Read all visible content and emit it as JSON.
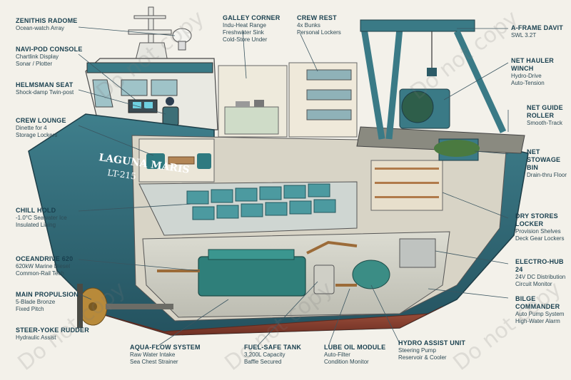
{
  "vessel": {
    "name": "LAGUNA MARIS",
    "reg": "LT-215"
  },
  "watermark": "Do not copy",
  "labels": {
    "zenithis_radome": {
      "title": "ZENITHIS RADOME",
      "lines": [
        "Ocean-watch Array"
      ]
    },
    "navi_pod_console": {
      "title": "NAVI-POD CONSOLE",
      "lines": [
        "Chartlink Display",
        "Sonar / Plotter"
      ]
    },
    "helmsman_seat": {
      "title": "HELMSMAN SEAT",
      "lines": [
        "Shock-damp Twin-post"
      ]
    },
    "crew_lounge": {
      "title": "CREW LOUNGE",
      "lines": [
        "Dinette for 4",
        "Storage Lockers"
      ]
    },
    "chill_hold": {
      "title": "CHILL HOLD",
      "lines": [
        "-1.0°C Seawater Ice",
        "Insulated Lining"
      ]
    },
    "oceandrive_620": {
      "title": "OCEANDRIVE 620",
      "lines": [
        "620kW Marine Diesel",
        "Common-Rail Tech"
      ]
    },
    "main_propulsion": {
      "title": "MAIN PROPULSION",
      "lines": [
        "5-Blade Bronze",
        "Fixed Pitch"
      ]
    },
    "steer_yoke_rudder": {
      "title": "STEER-YOKE RUDDER",
      "lines": [
        "Hydraulic Assist"
      ]
    },
    "galley_corner": {
      "title": "GALLEY CORNER",
      "lines": [
        "Indu-Heat Range",
        "Freshwater Sink",
        "Cold-Store Under"
      ]
    },
    "crew_rest": {
      "title": "CREW REST",
      "lines": [
        "4x Bunks",
        "Personal Lockers"
      ]
    },
    "aqua_flow_system": {
      "title": "AQUA-FLOW SYSTEM",
      "lines": [
        "Raw Water Intake",
        "Sea Chest Strainer"
      ]
    },
    "fuel_safe_tank": {
      "title": "FUEL-SAFE TANK",
      "lines": [
        "3,200L Capacity",
        "Baffle Secured"
      ]
    },
    "lube_oil_module": {
      "title": "LUBE OIL MODULE",
      "lines": [
        "Auto-Filter",
        "Condition Monitor"
      ]
    },
    "hydro_assist_unit": {
      "title": "HYDRO ASSIST UNIT",
      "lines": [
        "Steering Pump",
        "Reservoir & Cooler"
      ]
    },
    "a_frame_davit": {
      "title": "A-FRAME DAVIT",
      "lines": [
        "SWL 3.2T"
      ]
    },
    "net_hauler_winch": {
      "title": "NET HAULER WINCH",
      "lines": [
        "Hydro-Drive",
        "Auto-Tension"
      ]
    },
    "net_guide_roller": {
      "title": "NET GUIDE ROLLER",
      "lines": [
        "Smooth-Track"
      ]
    },
    "net_stowage_bin": {
      "title": "NET STOWAGE BIN",
      "lines": [
        "Drain-thru Floor"
      ]
    },
    "dry_stores_locker": {
      "title": "DRY STORES LOCKER",
      "lines": [
        "Provision Shelves",
        "Deck Gear Lockers"
      ]
    },
    "electro_hub_24": {
      "title": "ELECTRO-HUB 24",
      "lines": [
        "24V DC Distribution",
        "Circuit Monitor"
      ]
    },
    "bilge_commander": {
      "title": "BILGE COMMANDER",
      "lines": [
        "Auto Pump System",
        "High-Water Alarm"
      ]
    }
  }
}
